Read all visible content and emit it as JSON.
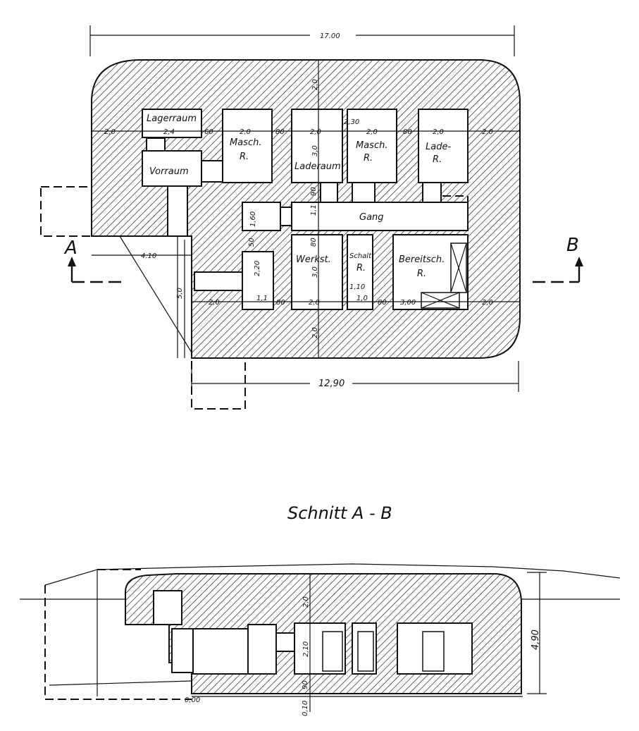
{
  "plan": {
    "overall_width": "17.00",
    "bottom_width": "12,90",
    "dims": {
      "top_wall": "2,0",
      "left_wall": "2,0",
      "lager_width": "2,4",
      "w60_a": "60",
      "masch1_width": "2,0",
      "w80_a": "80",
      "lade1_width": "2,0",
      "w230": "2,30",
      "masch2_width": "2,0",
      "w80_b": "80",
      "lade2_width": "2,0",
      "right_wall": "2,0",
      "lade1_height": "3,0",
      "w90": "90",
      "gang_height": "1,1",
      "w80_c": "80",
      "w160": "1,60",
      "w50": "50",
      "entry_offset": "4.10",
      "vertical_5": "5,0",
      "w220": "2,20",
      "w11": "1,1",
      "w80_d": "80",
      "werk_width": "2,0",
      "werk_height": "3,0",
      "w10_schalt": "1,0",
      "w110": "1,10",
      "w80_e": "80",
      "bereit_width": "3,00",
      "right_wall_b": "2,0",
      "left_wall_b": "2,0",
      "bottom_wall": "2,0"
    },
    "rooms": {
      "lagerraum": "Lagerraum",
      "vorraum": "Vorraum",
      "masch1_line1": "Masch.",
      "masch1_line2": "R.",
      "laderaum": "Laderaum",
      "masch2_line1": "Masch.",
      "masch2_line2": "R.",
      "lade_line1": "Lade-",
      "lade_line2": "R.",
      "gang": "Gang",
      "werkst": "Werkst.",
      "schalt_line1": "Schalt",
      "schalt_line2": "R.",
      "bereit_line1": "Bereitsch.",
      "bereit_line2": "R."
    },
    "markers": {
      "a": "A",
      "b": "B"
    }
  },
  "section": {
    "title": "Schnitt A - B",
    "dims": {
      "roof": "2,0",
      "inner_height": "2,10",
      "floor": "90",
      "base": "0,10",
      "total_height": "4,90",
      "ground": "0,00"
    }
  }
}
